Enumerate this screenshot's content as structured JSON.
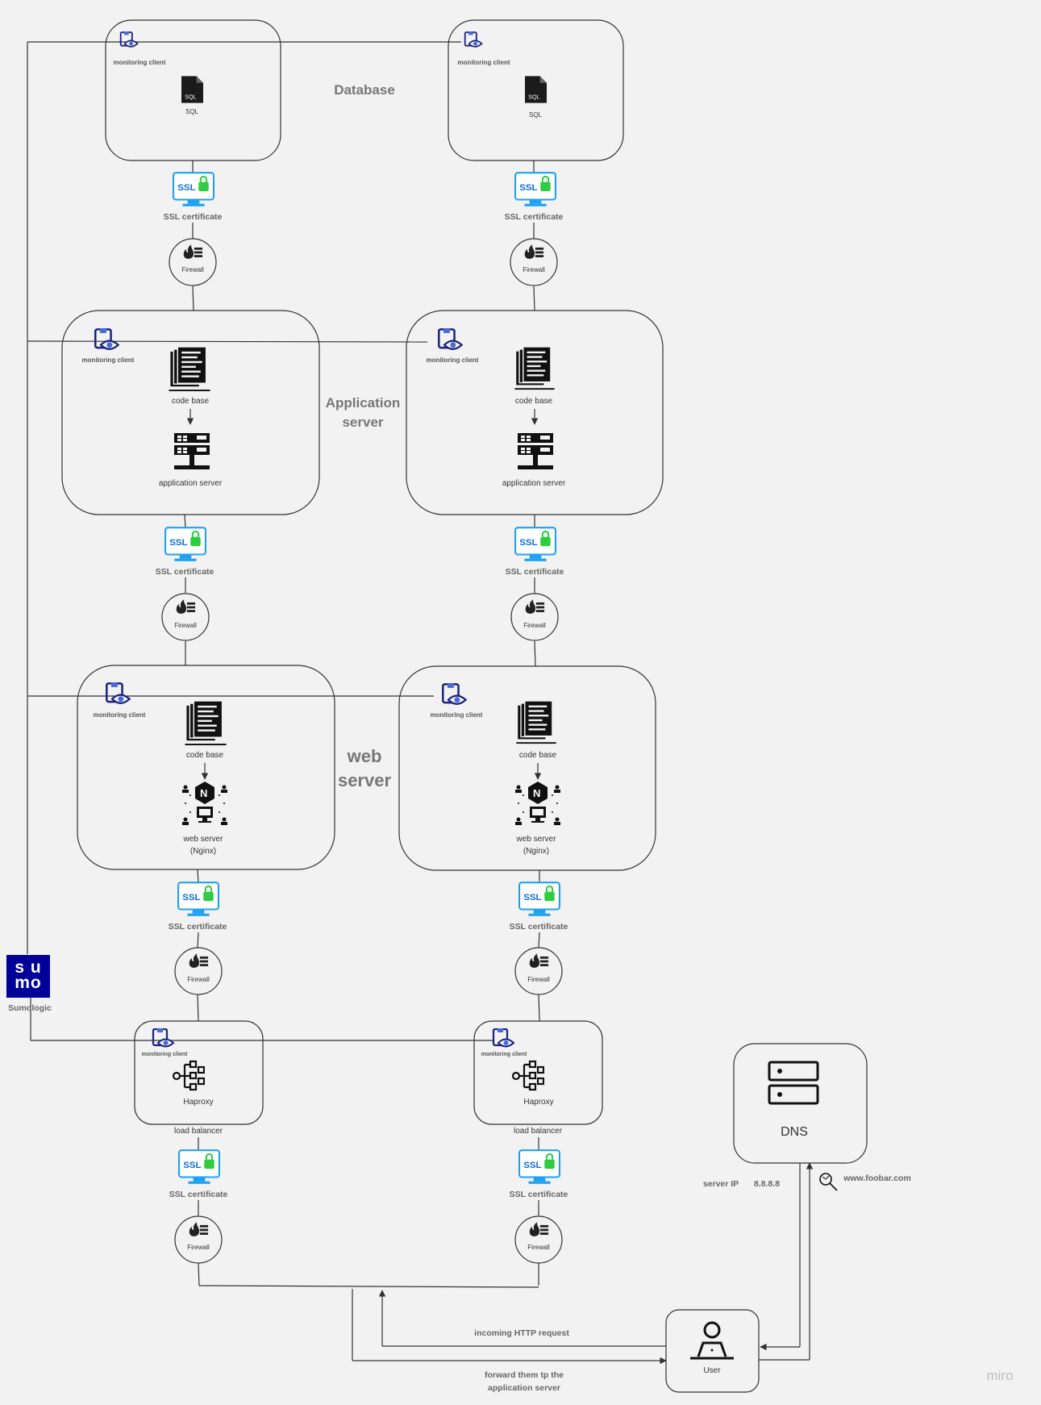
{
  "tiers": {
    "database": "Database",
    "application_line1": "Application",
    "application_line2": "server",
    "web_line1": "web",
    "web_line2": "server"
  },
  "labels": {
    "monitoring_client": "monitoring client",
    "sql": "SQL",
    "ssl_badge": "SSL",
    "ssl_certificate": "SSL certificate",
    "firewall": "Firewall",
    "code_base": "code base",
    "application_server": "application server",
    "web_server_line1": "web server",
    "web_server_line2": "(Nginx)",
    "haproxy": "Haproxy",
    "load_balancer": "load balancer",
    "dns": "DNS",
    "user": "User",
    "server_ip": "server IP",
    "ip_value": "8.8.8.8",
    "domain": "www.foobar.com",
    "incoming_http": "incoming HTTP request",
    "forward_line1": "forward them tp the",
    "forward_line2": "application server",
    "sumologic": "Sumologic",
    "sumo_line1": "s u",
    "sumo_line2": "mo",
    "watermark": "miro"
  },
  "colors": {
    "background": "#f2f2f2",
    "line": "#333333",
    "monitor_blue": "#1a237e",
    "ssl_blue": "#0a6fd6",
    "lock_green": "#2ecc40",
    "sumo_bg": "#000099"
  },
  "icons": [
    "monitoring-client-icon",
    "sql-file-icon",
    "ssl-certificate-icon",
    "firewall-icon",
    "code-base-icon",
    "application-server-icon",
    "nginx-icon",
    "haproxy-icon",
    "dns-icon",
    "user-laptop-icon",
    "search-globe-icon",
    "sumologic-logo"
  ]
}
